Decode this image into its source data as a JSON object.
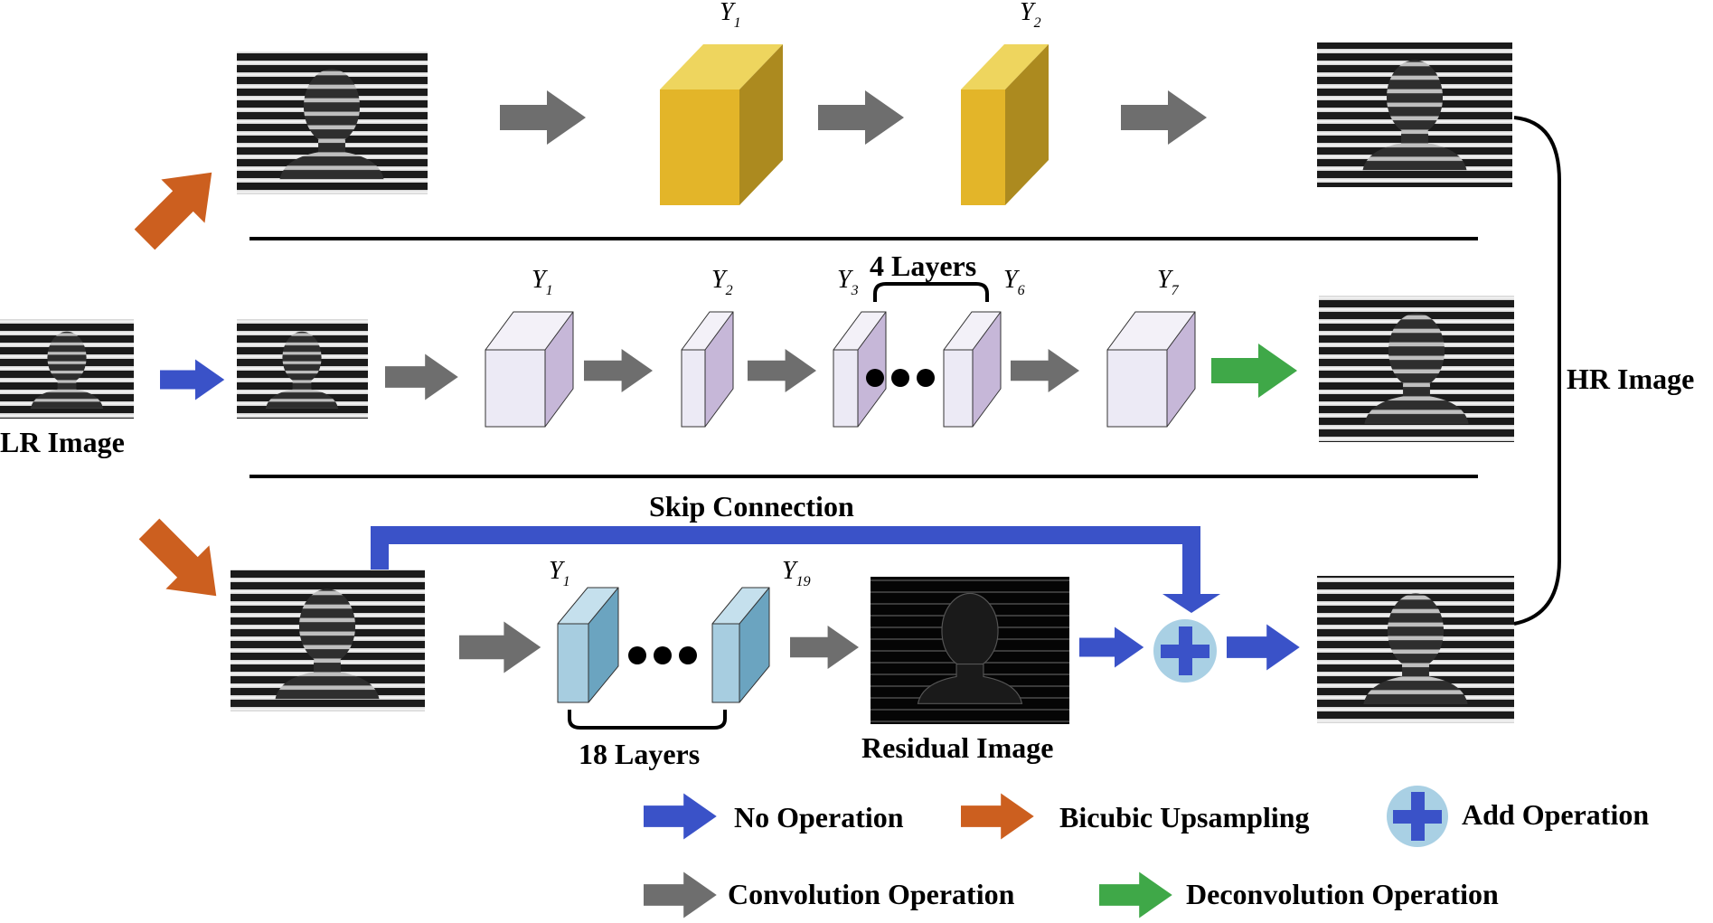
{
  "labels": {
    "lr_image": "LR Image",
    "hr_image": "HR Image",
    "skip_connection": "Skip Connection",
    "four_layers": "4 Layers",
    "eighteen_layers": "18 Layers",
    "residual_image": "Residual Image"
  },
  "layer_labels": {
    "top": [
      {
        "base": "Y",
        "sub": "1"
      },
      {
        "base": "Y",
        "sub": "2"
      }
    ],
    "middle": [
      {
        "base": "Y",
        "sub": "1"
      },
      {
        "base": "Y",
        "sub": "2"
      },
      {
        "base": "Y",
        "sub": "3"
      },
      {
        "base": "Y",
        "sub": "6"
      },
      {
        "base": "Y",
        "sub": "7"
      }
    ],
    "bottom": [
      {
        "base": "Y",
        "sub": "1"
      },
      {
        "base": "Y",
        "sub": "19"
      }
    ]
  },
  "legend": {
    "no_operation": "No Operation",
    "bicubic_upsampling": "Bicubic Upsampling",
    "add_operation": "Add Operation",
    "convolution_operation": "Convolution Operation",
    "deconvolution_operation": "Deconvolution Operation"
  },
  "colors": {
    "no_operation": "#3a52c8",
    "bicubic_upsampling": "#cc5f1f",
    "convolution": "#6e6e6e",
    "deconvolution": "#3fa848",
    "add_circle": "#a9d0e4",
    "yellow_front": "#e3b529",
    "yellow_side": "#ac8a1f",
    "yellow_top": "#eed55e",
    "lavender_front": "#eceaf5",
    "lavender_side": "#c6b7d8",
    "blue_front": "#a7cde0",
    "blue_side": "#6ba4c0"
  }
}
